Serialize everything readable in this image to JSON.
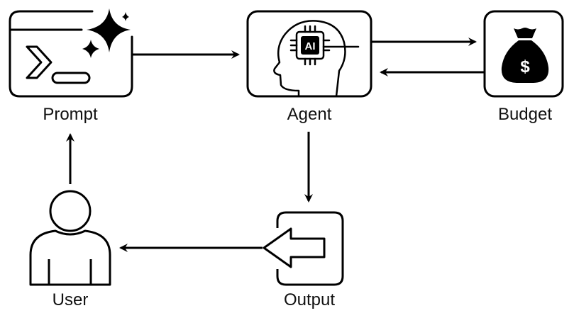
{
  "title": "Agent budget workflow diagram",
  "colors": {
    "stroke": "#111111",
    "fill": "#000000",
    "background": "#ffffff"
  },
  "nodes": [
    {
      "id": "prompt",
      "label": "Prompt",
      "icon": "terminal-sparkle-icon"
    },
    {
      "id": "agent",
      "label": "Agent",
      "icon": "ai-head-icon",
      "chip_text": "AI"
    },
    {
      "id": "budget",
      "label": "Budget",
      "icon": "money-bag-icon",
      "symbol": "$"
    },
    {
      "id": "output",
      "label": "Output",
      "icon": "output-arrow-icon"
    },
    {
      "id": "user",
      "label": "User",
      "icon": "user-icon"
    }
  ],
  "edges": [
    {
      "from": "prompt",
      "to": "agent"
    },
    {
      "from": "agent",
      "to": "budget"
    },
    {
      "from": "budget",
      "to": "agent"
    },
    {
      "from": "agent",
      "to": "output"
    },
    {
      "from": "output",
      "to": "user"
    },
    {
      "from": "user",
      "to": "prompt"
    }
  ]
}
